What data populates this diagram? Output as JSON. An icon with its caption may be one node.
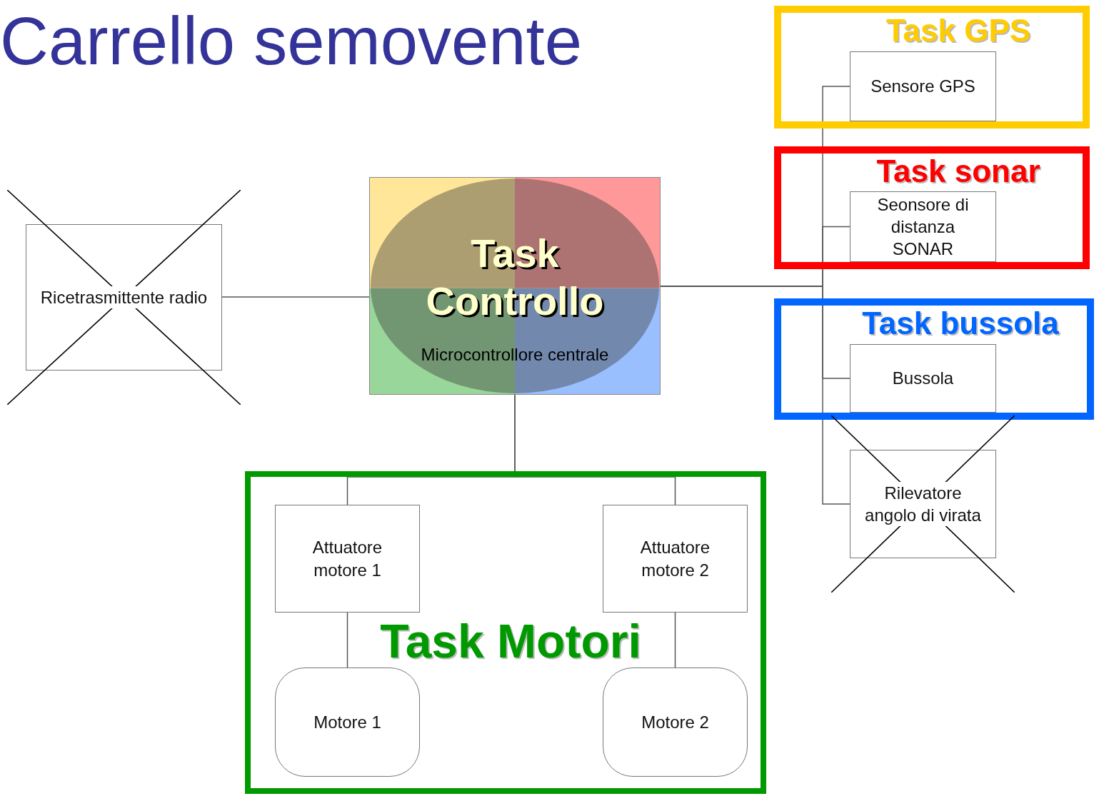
{
  "diagram": {
    "title": "Carrello semovente",
    "nodes": [
      {
        "text": [
          "Ricetrasmittente radio"
        ]
      },
      {
        "text": [
          "Task Controllo",
          "Microcontrollore centrale"
        ]
      },
      {
        "text": [
          "Task GPS"
        ]
      },
      {
        "text": [
          "Sensore GPS"
        ],
        "in": 2
      },
      {
        "text": [
          "Task sonar"
        ]
      },
      {
        "text": [
          "Seonsore di distanza SONAR"
        ],
        "in": 4
      },
      {
        "text": [
          "Task bussola"
        ]
      },
      {
        "text": [
          "Bussola"
        ],
        "in": 6
      },
      {
        "text": [
          "Rilevatore angolo di virata"
        ]
      },
      {
        "text": [
          "Task Motori"
        ]
      },
      {
        "text": [
          "Attuatore motore 1"
        ],
        "in": 9
      },
      {
        "text": [
          "Attuatore motore 2"
        ],
        "in": 9
      },
      {
        "text": [
          "Motore 1"
        ],
        "in": 9
      },
      {
        "text": [
          "Motore 2"
        ],
        "in": 9
      }
    ],
    "edges": [
      {
        "from": 0,
        "to": 1,
        "arrow": "none"
      },
      {
        "from": 1,
        "to": 3,
        "arrow": "none"
      },
      {
        "from": 1,
        "to": 5,
        "arrow": "none"
      },
      {
        "from": 1,
        "to": 7,
        "arrow": "none"
      },
      {
        "from": 1,
        "to": 8,
        "arrow": "none"
      },
      {
        "from": 1,
        "to": 10,
        "arrow": "none"
      },
      {
        "from": 1,
        "to": 11,
        "arrow": "none"
      },
      {
        "from": 10,
        "to": 12,
        "arrow": "none"
      },
      {
        "from": 11,
        "to": 13,
        "arrow": "none"
      }
    ]
  }
}
